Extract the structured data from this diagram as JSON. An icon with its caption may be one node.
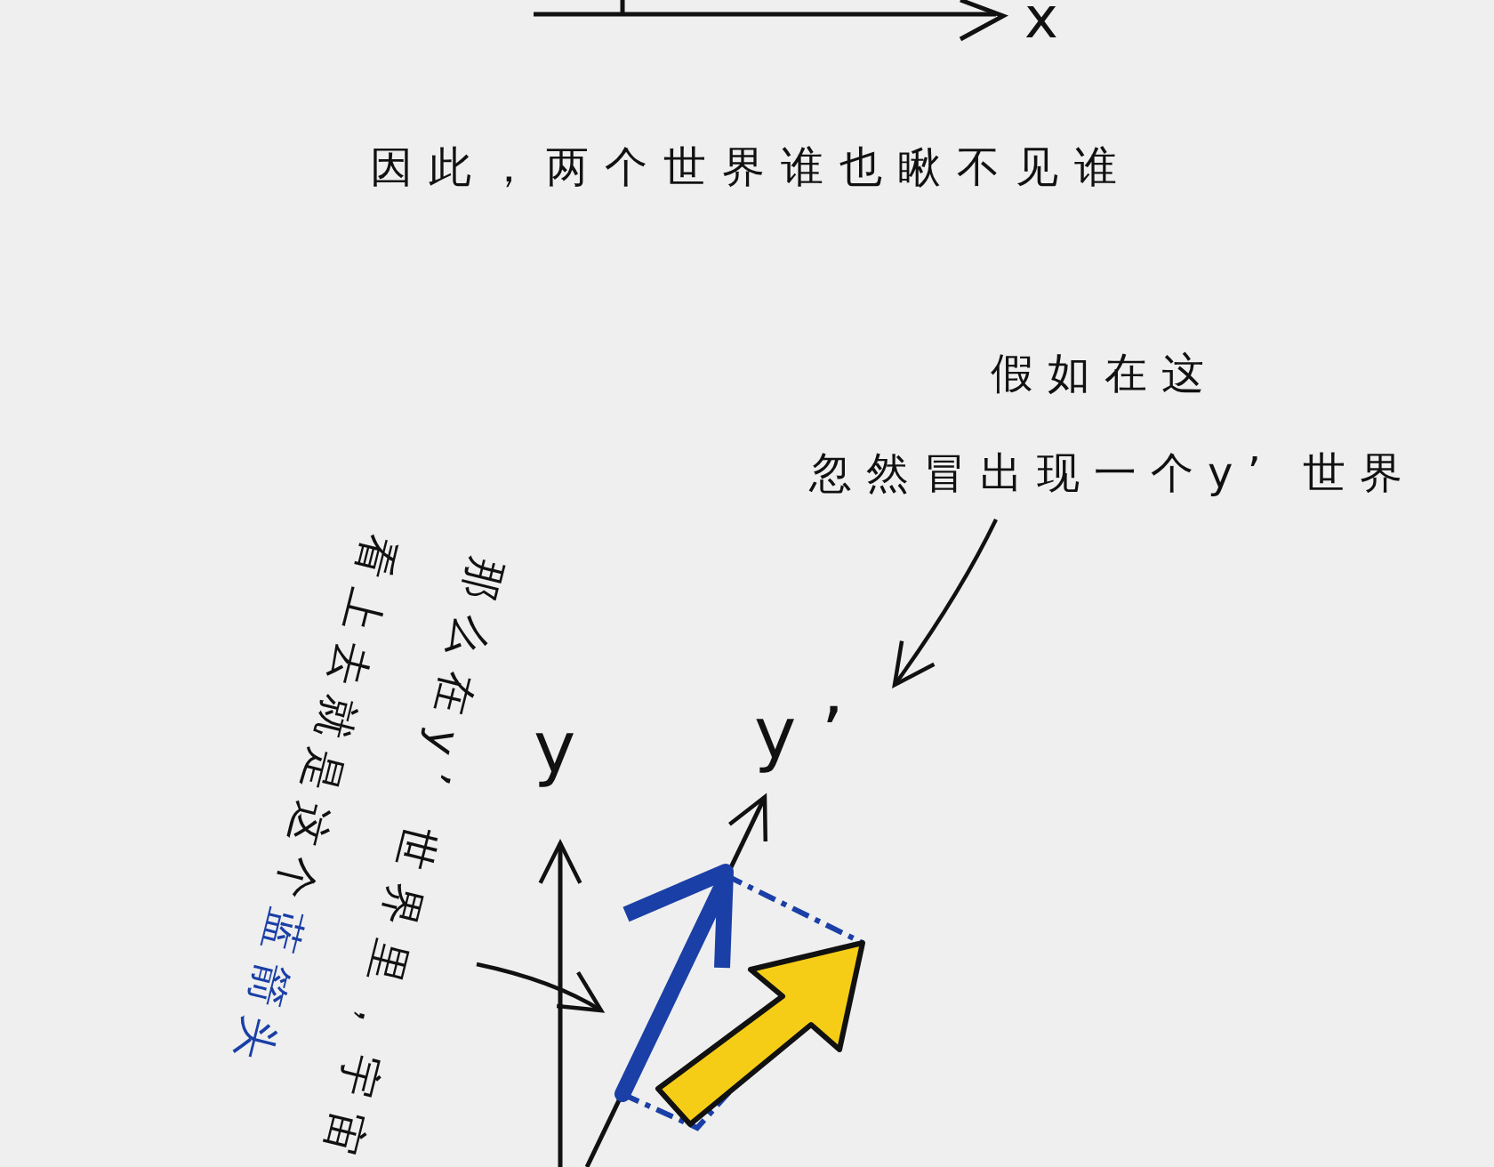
{
  "diagram": {
    "nodes": [
      {
        "text": [
          "假如在这",
          "忽然冒出现一个y’ 世界"
        ]
      },
      {
        "text": [
          "y’"
        ]
      },
      {
        "text": [
          "那么在y’ 世界里，宇宙",
          "看上去就是这个",
          "蓝箭头"
        ]
      }
    ],
    "edges": [
      {
        "from": 0,
        "to": 1,
        "arrow": "to"
      },
      {
        "from": 2,
        "to": null,
        "arrow": "to"
      }
    ],
    "labels": [
      "x",
      "因此，两个世界谁也瞅不见谁",
      "y"
    ]
  }
}
